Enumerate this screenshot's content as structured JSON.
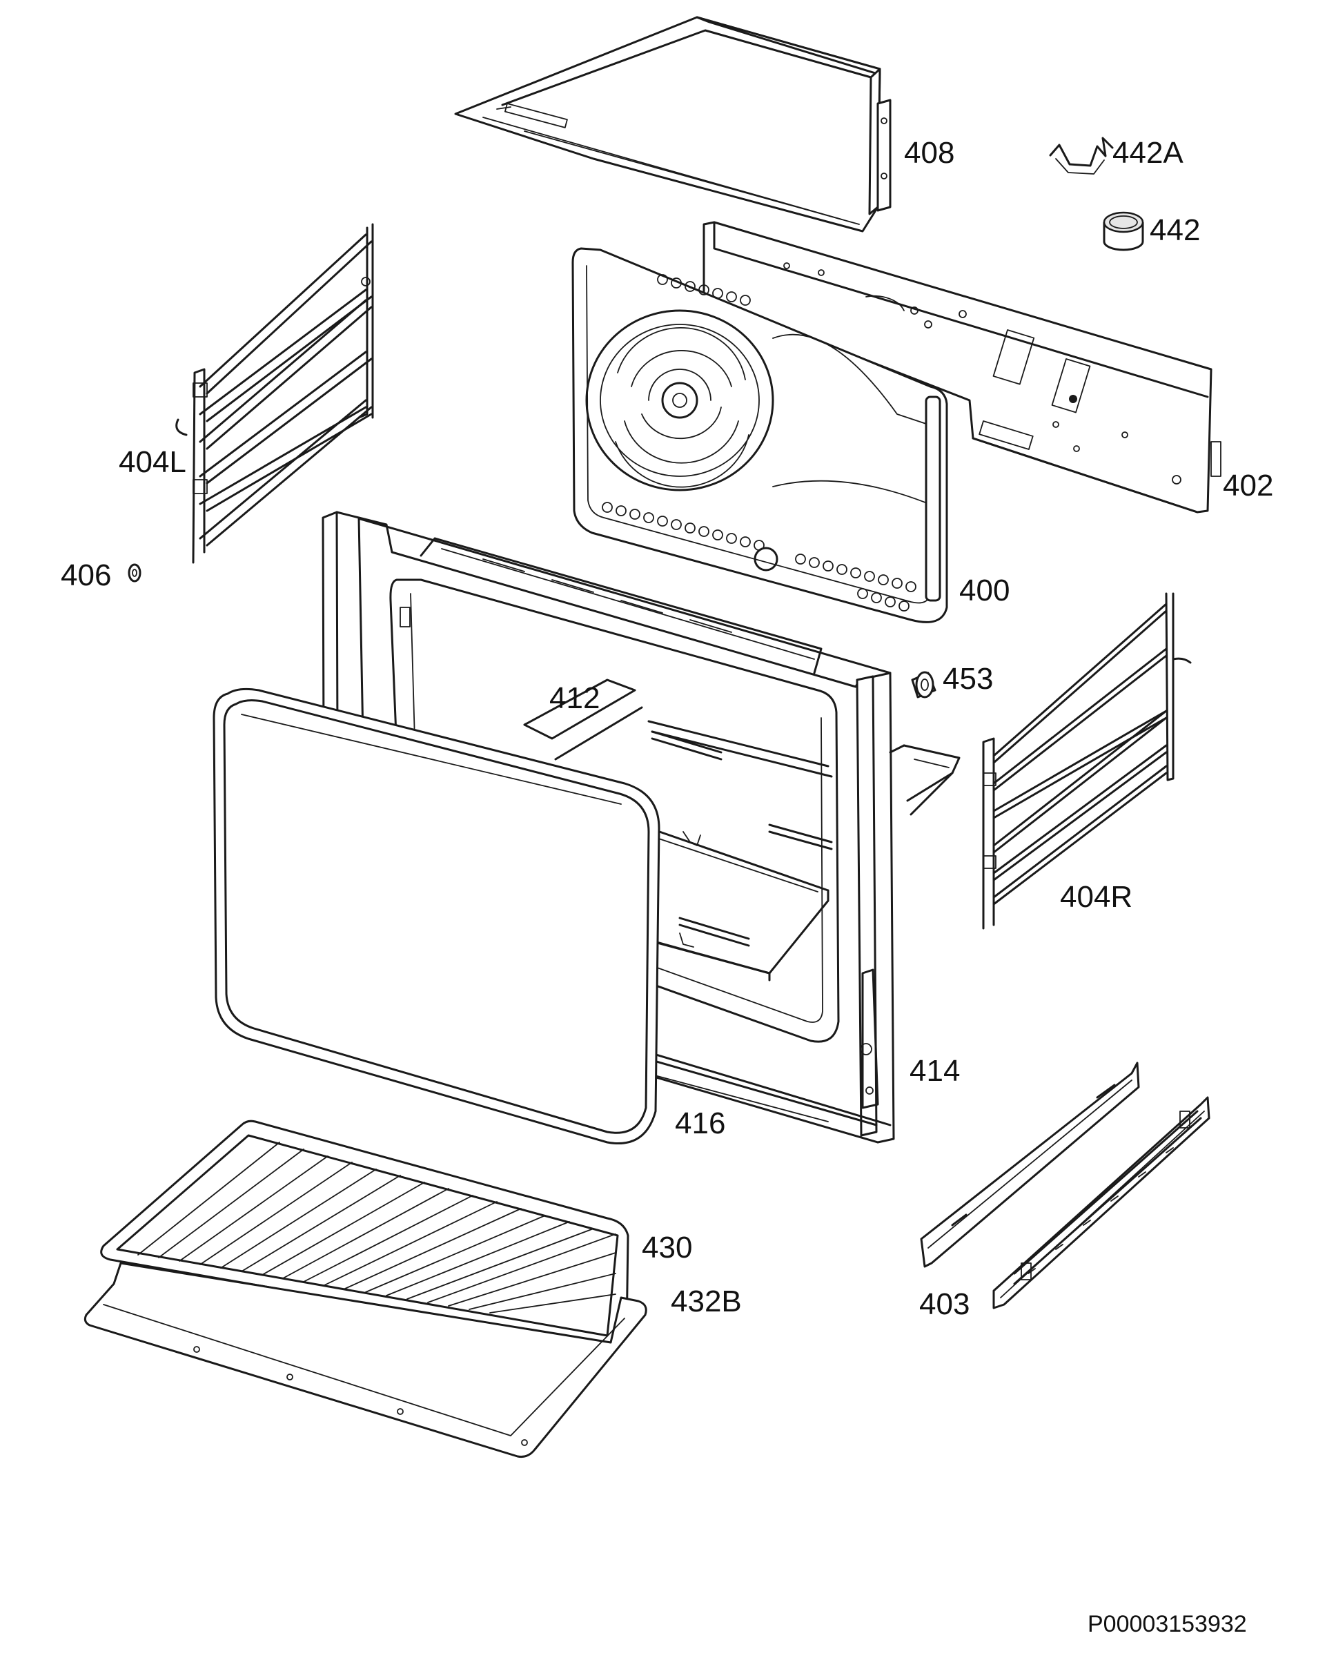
{
  "diagram": {
    "parts": [
      {
        "key": "p408",
        "label": "408"
      },
      {
        "key": "p442a",
        "label": "442A"
      },
      {
        "key": "p442",
        "label": "442"
      },
      {
        "key": "p404l",
        "label": "404L"
      },
      {
        "key": "p402",
        "label": "402"
      },
      {
        "key": "p406",
        "label": "406"
      },
      {
        "key": "p400",
        "label": "400"
      },
      {
        "key": "p453",
        "label": "453"
      },
      {
        "key": "p412",
        "label": "412"
      },
      {
        "key": "p404r",
        "label": "404R"
      },
      {
        "key": "p414",
        "label": "414"
      },
      {
        "key": "p416",
        "label": "416"
      },
      {
        "key": "p430",
        "label": "430"
      },
      {
        "key": "p432b",
        "label": "432B"
      },
      {
        "key": "p403",
        "label": "403"
      }
    ],
    "document_id": "P00003153932"
  }
}
